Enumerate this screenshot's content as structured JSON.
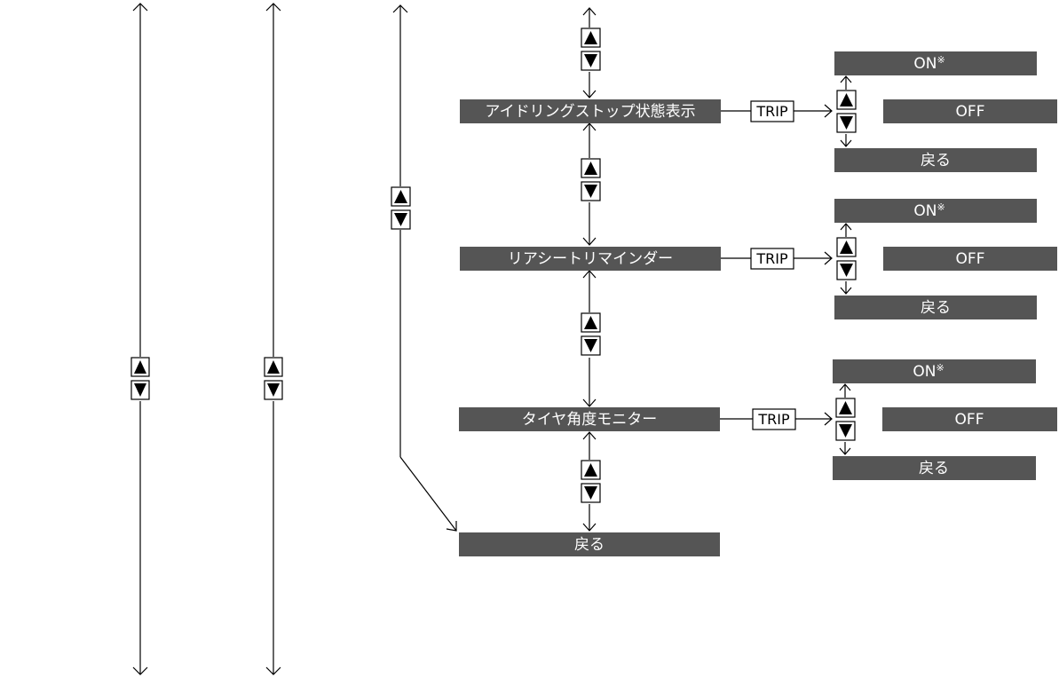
{
  "menu": {
    "items": [
      {
        "label": "アイドリングストップ状態表示",
        "trip": "TRIP",
        "options": {
          "on": "ON",
          "on_mark": "※",
          "off": "OFF",
          "back": "戻る"
        }
      },
      {
        "label": "リアシートリマインダー",
        "trip": "TRIP",
        "options": {
          "on": "ON",
          "on_mark": "※",
          "off": "OFF",
          "back": "戻る"
        }
      },
      {
        "label": "タイヤ角度モニター",
        "trip": "TRIP",
        "options": {
          "on": "ON",
          "on_mark": "※",
          "off": "OFF",
          "back": "戻る"
        }
      }
    ],
    "back": "戻る"
  },
  "colors": {
    "box": "#555555",
    "text_on_box": "#ffffff",
    "line": "#000000"
  },
  "icons": {
    "up": "triangle-up-icon",
    "down": "triangle-down-icon"
  }
}
